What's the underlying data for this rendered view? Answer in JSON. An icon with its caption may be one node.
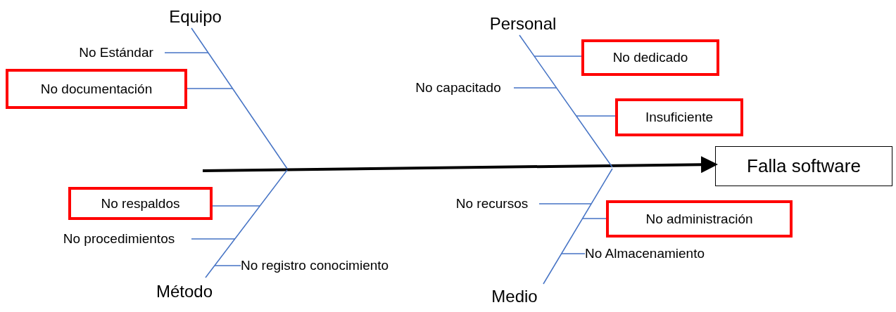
{
  "diagram": {
    "nodes": [
      {
        "text": [
          "Equipo"
        ]
      },
      {
        "text": [
          "No Estándar"
        ]
      },
      {
        "text": [
          "No documentación"
        ]
      },
      {
        "text": [
          "Personal"
        ]
      },
      {
        "text": [
          "No dedicado"
        ]
      },
      {
        "text": [
          "No capacitado"
        ]
      },
      {
        "text": [
          "Insuficiente"
        ]
      },
      {
        "text": [
          "Falla software"
        ]
      },
      {
        "text": [
          "No respaldos"
        ]
      },
      {
        "text": [
          "No recursos"
        ]
      },
      {
        "text": [
          "No administración"
        ]
      },
      {
        "text": [
          "No procedimientos"
        ]
      },
      {
        "text": [
          "No Almacenamiento"
        ]
      },
      {
        "text": [
          "No registro conocimiento"
        ]
      },
      {
        "text": [
          "Método"
        ]
      },
      {
        "text": [
          "Medio"
        ]
      }
    ],
    "edges": [
      {
        "from": null,
        "to": 7,
        "arrow": "to",
        "style": "thick",
        "color": "#000000"
      },
      {
        "from": 0,
        "to": null,
        "arrow": "none"
      },
      {
        "from": 3,
        "to": null,
        "arrow": "none"
      },
      {
        "from": 14,
        "to": null,
        "arrow": "none"
      },
      {
        "from": 15,
        "to": null,
        "arrow": "none"
      },
      {
        "from": 1,
        "to": null,
        "arrow": "none"
      },
      {
        "from": 2,
        "to": null,
        "arrow": "none"
      },
      {
        "from": 4,
        "to": null,
        "arrow": "none"
      },
      {
        "from": 5,
        "to": null,
        "arrow": "none"
      },
      {
        "from": 6,
        "to": null,
        "arrow": "none"
      },
      {
        "from": 8,
        "to": null,
        "arrow": "none"
      },
      {
        "from": 11,
        "to": null,
        "arrow": "none"
      },
      {
        "from": 13,
        "to": null,
        "arrow": "none"
      },
      {
        "from": 9,
        "to": null,
        "arrow": "none"
      },
      {
        "from": 10,
        "to": null,
        "arrow": "none"
      },
      {
        "from": 12,
        "to": null,
        "arrow": "none"
      }
    ]
  }
}
